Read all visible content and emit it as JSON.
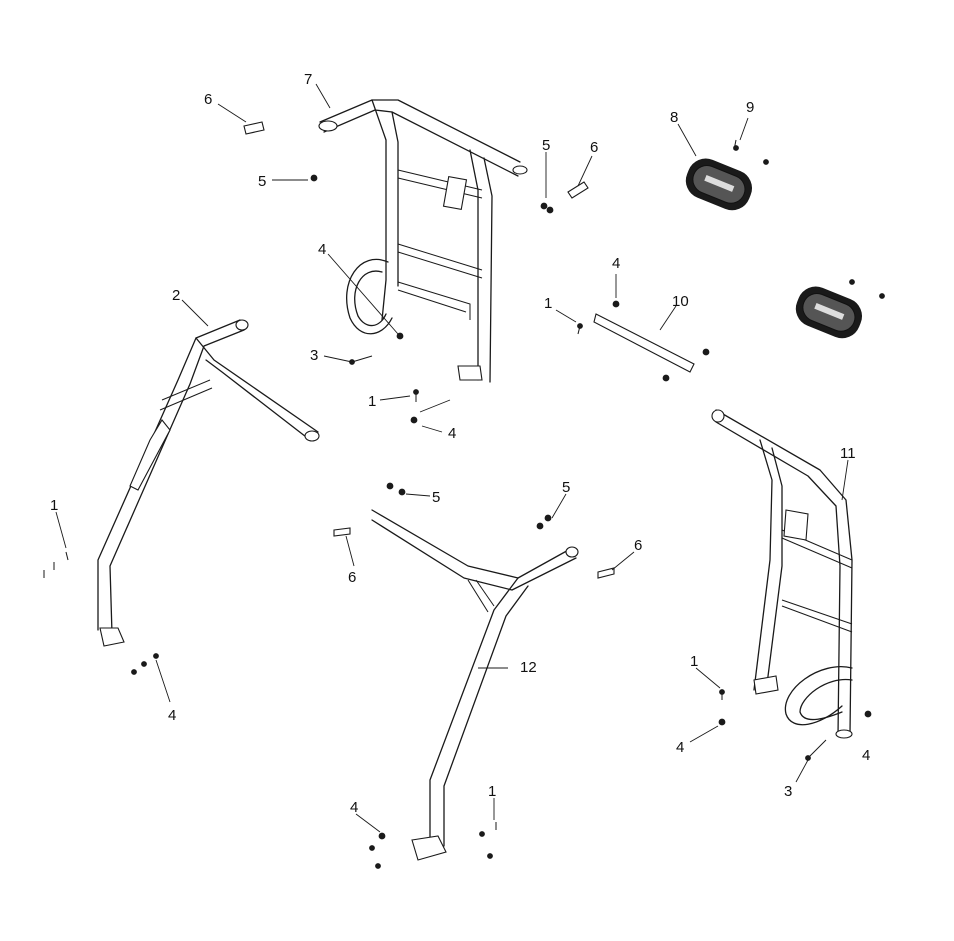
{
  "diagram": {
    "colors": {
      "line": "#1a1a1a",
      "background": "#ffffff"
    },
    "callouts": [
      {
        "id": "c1a",
        "text": "1"
      },
      {
        "id": "c1b",
        "text": "1"
      },
      {
        "id": "c1c",
        "text": "1"
      },
      {
        "id": "c1d",
        "text": "1"
      },
      {
        "id": "c1e",
        "text": "1"
      },
      {
        "id": "c2",
        "text": "2"
      },
      {
        "id": "c3a",
        "text": "3"
      },
      {
        "id": "c3b",
        "text": "3"
      },
      {
        "id": "c4a",
        "text": "4"
      },
      {
        "id": "c4b",
        "text": "4"
      },
      {
        "id": "c4c",
        "text": "4"
      },
      {
        "id": "c4d",
        "text": "4"
      },
      {
        "id": "c4e",
        "text": "4"
      },
      {
        "id": "c4f",
        "text": "4"
      },
      {
        "id": "c4g",
        "text": "4"
      },
      {
        "id": "c5a",
        "text": "5"
      },
      {
        "id": "c5b",
        "text": "5"
      },
      {
        "id": "c5c",
        "text": "5"
      },
      {
        "id": "c5d",
        "text": "5"
      },
      {
        "id": "c6a",
        "text": "6"
      },
      {
        "id": "c6b",
        "text": "6"
      },
      {
        "id": "c6c",
        "text": "6"
      },
      {
        "id": "c6d",
        "text": "6"
      },
      {
        "id": "c7",
        "text": "7"
      },
      {
        "id": "c8",
        "text": "8"
      },
      {
        "id": "c9",
        "text": "9"
      },
      {
        "id": "c10",
        "text": "10"
      },
      {
        "id": "c11",
        "text": "11"
      },
      {
        "id": "c12",
        "text": "12"
      }
    ]
  }
}
